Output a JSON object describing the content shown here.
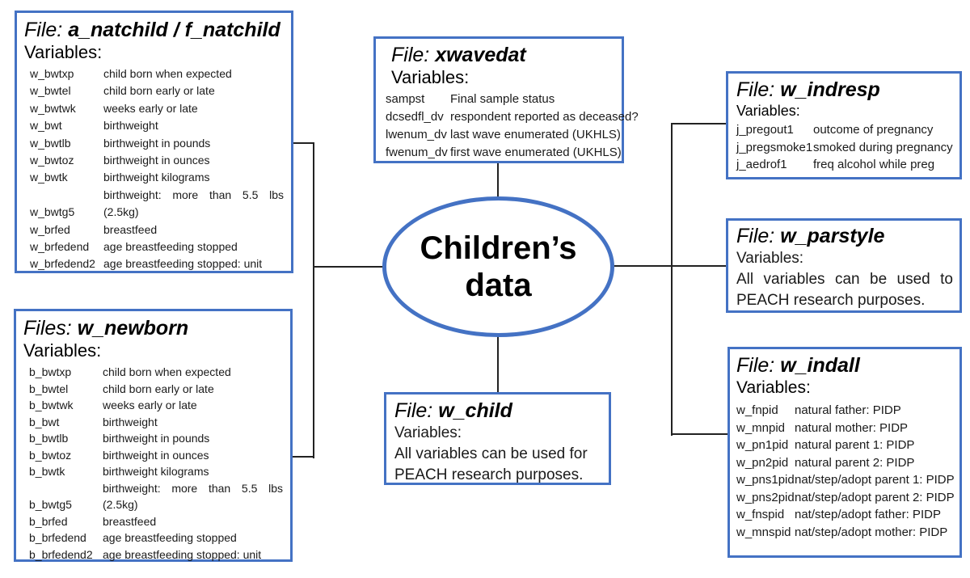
{
  "page": {
    "background": "#ffffff",
    "accent_blue": "#4472C4",
    "connector_color": "#222222",
    "text_color": "#1a1a1a"
  },
  "center": {
    "line1": "Children’s",
    "line2": "data"
  },
  "boxes": {
    "natchild": {
      "label": "File: ",
      "file": "a_natchild / f_natchild",
      "subtitle": "Variables:",
      "rows": [
        {
          "name": "w_bwtxp",
          "desc": "child born when expected"
        },
        {
          "name": "w_bwtel",
          "desc": "child born early or late"
        },
        {
          "name": "w_bwtwk",
          "desc": "weeks early or late"
        },
        {
          "name": "w_bwt",
          "desc": "birthweight"
        },
        {
          "name": "w_bwtlb",
          "desc": "birthweight in pounds"
        },
        {
          "name": "w_bwtoz",
          "desc": "birthweight in ounces"
        },
        {
          "name": "w_bwtk",
          "desc": "birthweight kilograms"
        },
        {
          "name": "",
          "desc": "birthweight: more than 5.5 lbs",
          "justify": true
        },
        {
          "name": "w_bwtg5",
          "desc": "(2.5kg)"
        },
        {
          "name": "w_brfed",
          "desc": "breastfeed"
        },
        {
          "name": "w_brfedend",
          "desc": "age breastfeeding stopped"
        },
        {
          "name": "w_brfedend2",
          "desc": "age breastfeeding stopped: unit"
        }
      ]
    },
    "newborn": {
      "label": "Files: ",
      "file": "w_newborn",
      "subtitle": "Variables:",
      "rows": [
        {
          "name": "b_bwtxp",
          "desc": "child born when expected"
        },
        {
          "name": "b_bwtel",
          "desc": "child born early or late"
        },
        {
          "name": "b_bwtwk",
          "desc": "weeks early or late"
        },
        {
          "name": "b_bwt",
          "desc": "birthweight"
        },
        {
          "name": "b_bwtlb",
          "desc": "birthweight in pounds"
        },
        {
          "name": "b_bwtoz",
          "desc": "birthweight in ounces"
        },
        {
          "name": "b_bwtk",
          "desc": "birthweight kilograms"
        },
        {
          "name": "",
          "desc": "birthweight: more than 5.5 lbs",
          "justify": true
        },
        {
          "name": "b_bwtg5",
          "desc": "(2.5kg)"
        },
        {
          "name": "b_brfed",
          "desc": "breastfeed"
        },
        {
          "name": "b_brfedend",
          "desc": "age breastfeeding stopped"
        },
        {
          "name": "b_brfedend2",
          "desc": "age breastfeeding stopped: unit"
        }
      ]
    },
    "xwavedat": {
      "label": "File: ",
      "file": "xwavedat",
      "subtitle": "Variables:",
      "rows": [
        {
          "name": "sampst",
          "desc": "Final sample status"
        },
        {
          "name": "dcsedfl_dv",
          "desc": "respondent reported as deceased?"
        },
        {
          "name": "lwenum_dv",
          "desc": "last wave enumerated (UKHLS)"
        },
        {
          "name": "fwenum_dv",
          "desc": "first wave enumerated (UKHLS)"
        }
      ]
    },
    "indresp": {
      "label": "File: ",
      "file": "w_indresp",
      "subtitle": "Variables:",
      "rows": [
        {
          "name": "j_pregout1",
          "desc": "outcome of pregnancy"
        },
        {
          "name": "j_pregsmoke1",
          "desc": "smoked during pregnancy"
        },
        {
          "name": "j_aedrof1",
          "desc": "freq alcohol while preg"
        }
      ]
    },
    "parstyle": {
      "label": "File: ",
      "file": "w_parstyle",
      "subtitle": "Variables:",
      "body": [
        "All variables can be used to",
        "PEACH research purposes."
      ]
    },
    "indall": {
      "label": "File: ",
      "file": "w_indall",
      "subtitle": "Variables:",
      "rows": [
        {
          "name": "w_fnpid",
          "desc": "natural father: PIDP"
        },
        {
          "name": "w_mnpid",
          "desc": "natural mother: PIDP"
        },
        {
          "name": "w_pn1pid",
          "desc": "natural parent 1: PIDP"
        },
        {
          "name": "w_pn2pid",
          "desc": "natural parent 2: PIDP"
        },
        {
          "name": "w_pns1pid",
          "desc": "nat/step/adopt parent 1: PIDP"
        },
        {
          "name": "w_pns2pid",
          "desc": "nat/step/adopt parent 2: PIDP"
        },
        {
          "name": "w_fnspid",
          "desc": "nat/step/adopt father: PIDP"
        },
        {
          "name": "w_mnspid",
          "desc": "nat/step/adopt mother: PIDP"
        }
      ]
    },
    "child": {
      "label": "File: ",
      "file": "w_child",
      "subtitle": "Variables:",
      "body": [
        "All variables can be used for",
        "PEACH research purposes."
      ]
    }
  }
}
